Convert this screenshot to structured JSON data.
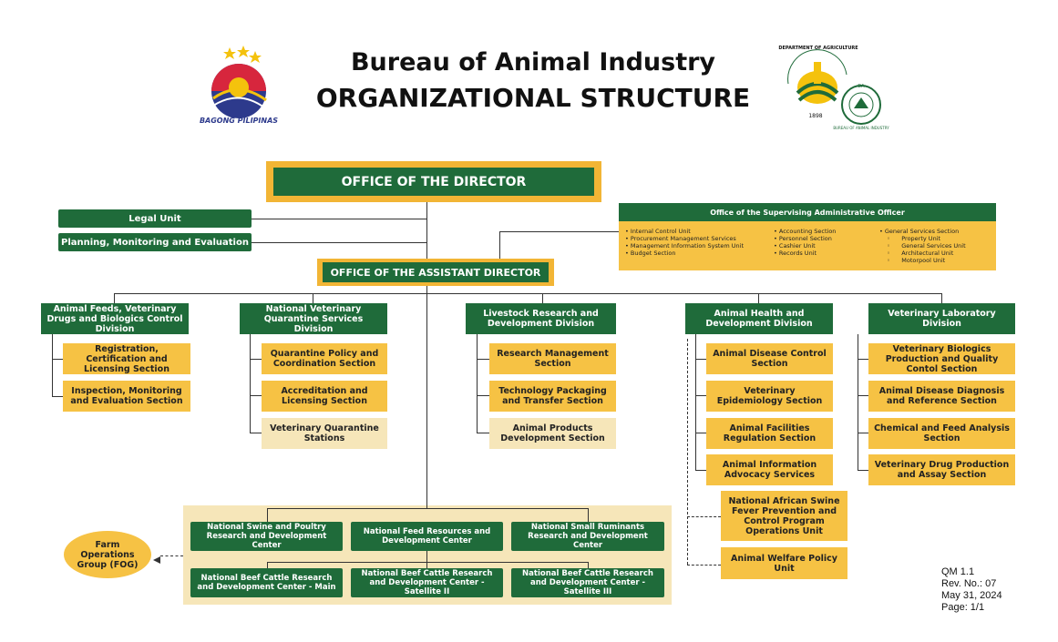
{
  "header": {
    "title_line1": "Bureau of Animal Industry",
    "title_line2": "ORGANIZATIONAL STRUCTURE",
    "left_logo_caption": "BAGONG PILIPINAS",
    "right_logo_text": "DEPARTMENT OF AGRICULTURE",
    "right_logo_year": "1898",
    "right_seal_text": "BUREAU OF ANIMAL INDUSTRY",
    "right_seal_center": "DA"
  },
  "offices": {
    "director": "OFFICE OF THE DIRECTOR",
    "assistant_director": "OFFICE OF THE  ASSISTANT DIRECTOR",
    "legal_unit": "Legal Unit",
    "planning": "Planning, Monitoring and Evaluation"
  },
  "admin_officer": {
    "title": "Office of the Supervising Administrative Officer",
    "col1": [
      "• Internal Control Unit",
      "• Procurement Management Services",
      "• Management Information System Unit",
      "• Budget Section"
    ],
    "col2": [
      "• Accounting Section",
      "• Personnel Section",
      "• Cashier Unit",
      "• Records Unit"
    ],
    "col3_head": "• General Services Section",
    "col3": [
      "Property Unit",
      "General Services Unit",
      "Architectural Unit",
      "Motorpool Unit"
    ]
  },
  "divisions": [
    {
      "title": "Animal Feeds, Veterinary Drugs and Biologics Control Division",
      "sections": [
        "Registration, Certification and Licensing Section",
        "Inspection, Monitoring and Evaluation Section"
      ]
    },
    {
      "title": "National Veterinary Quarantine Services Division",
      "sections": [
        "Quarantine Policy and Coordination Section",
        "Accreditation and Licensing Section",
        "Veterinary Quarantine Stations"
      ]
    },
    {
      "title": "Livestock Research and Development Division",
      "sections": [
        "Research Management Section",
        "Technology Packaging and Transfer Section",
        "Animal Products Development Section"
      ]
    },
    {
      "title": "Animal Health and Development Division",
      "sections": [
        "Animal Disease Control Section",
        "Veterinary Epidemiology Section",
        "Animal Facilities Regulation Section",
        "Animal Information Advocacy Services"
      ],
      "units": [
        "National African Swine Fever Prevention and Control Program Operations Unit",
        "Animal Welfare Policy Unit"
      ]
    },
    {
      "title": "Veterinary Laboratory Division",
      "sections": [
        "Veterinary Biologics Production and Quality Contol Section",
        "Animal Disease Diagnosis and Reference Section",
        "Chemical and Feed Analysis Section",
        "Veterinary Drug Production and Assay Section"
      ]
    }
  ],
  "centers": [
    "National Swine and Poultry Research and Development Center",
    "National Feed Resources and Development Center",
    "National Small Ruminants Research and Development Center",
    "National Beef Cattle Research and Development Center - Main",
    "National Beef Cattle Research and Development Center - Satellite II",
    "National Beef Cattle Research and Development Center - Satellite III"
  ],
  "fog": "Farm Operations Group (FOG)",
  "doc_info": [
    "QM 1.1",
    "Rev. No.: 07",
    "May 31, 2024",
    "Page: 1/1"
  ],
  "colors": {
    "green": "#1f6b3a",
    "yellow": "#f6c244",
    "pale": "#f6e6b9",
    "gold_border": "#f2b535"
  }
}
